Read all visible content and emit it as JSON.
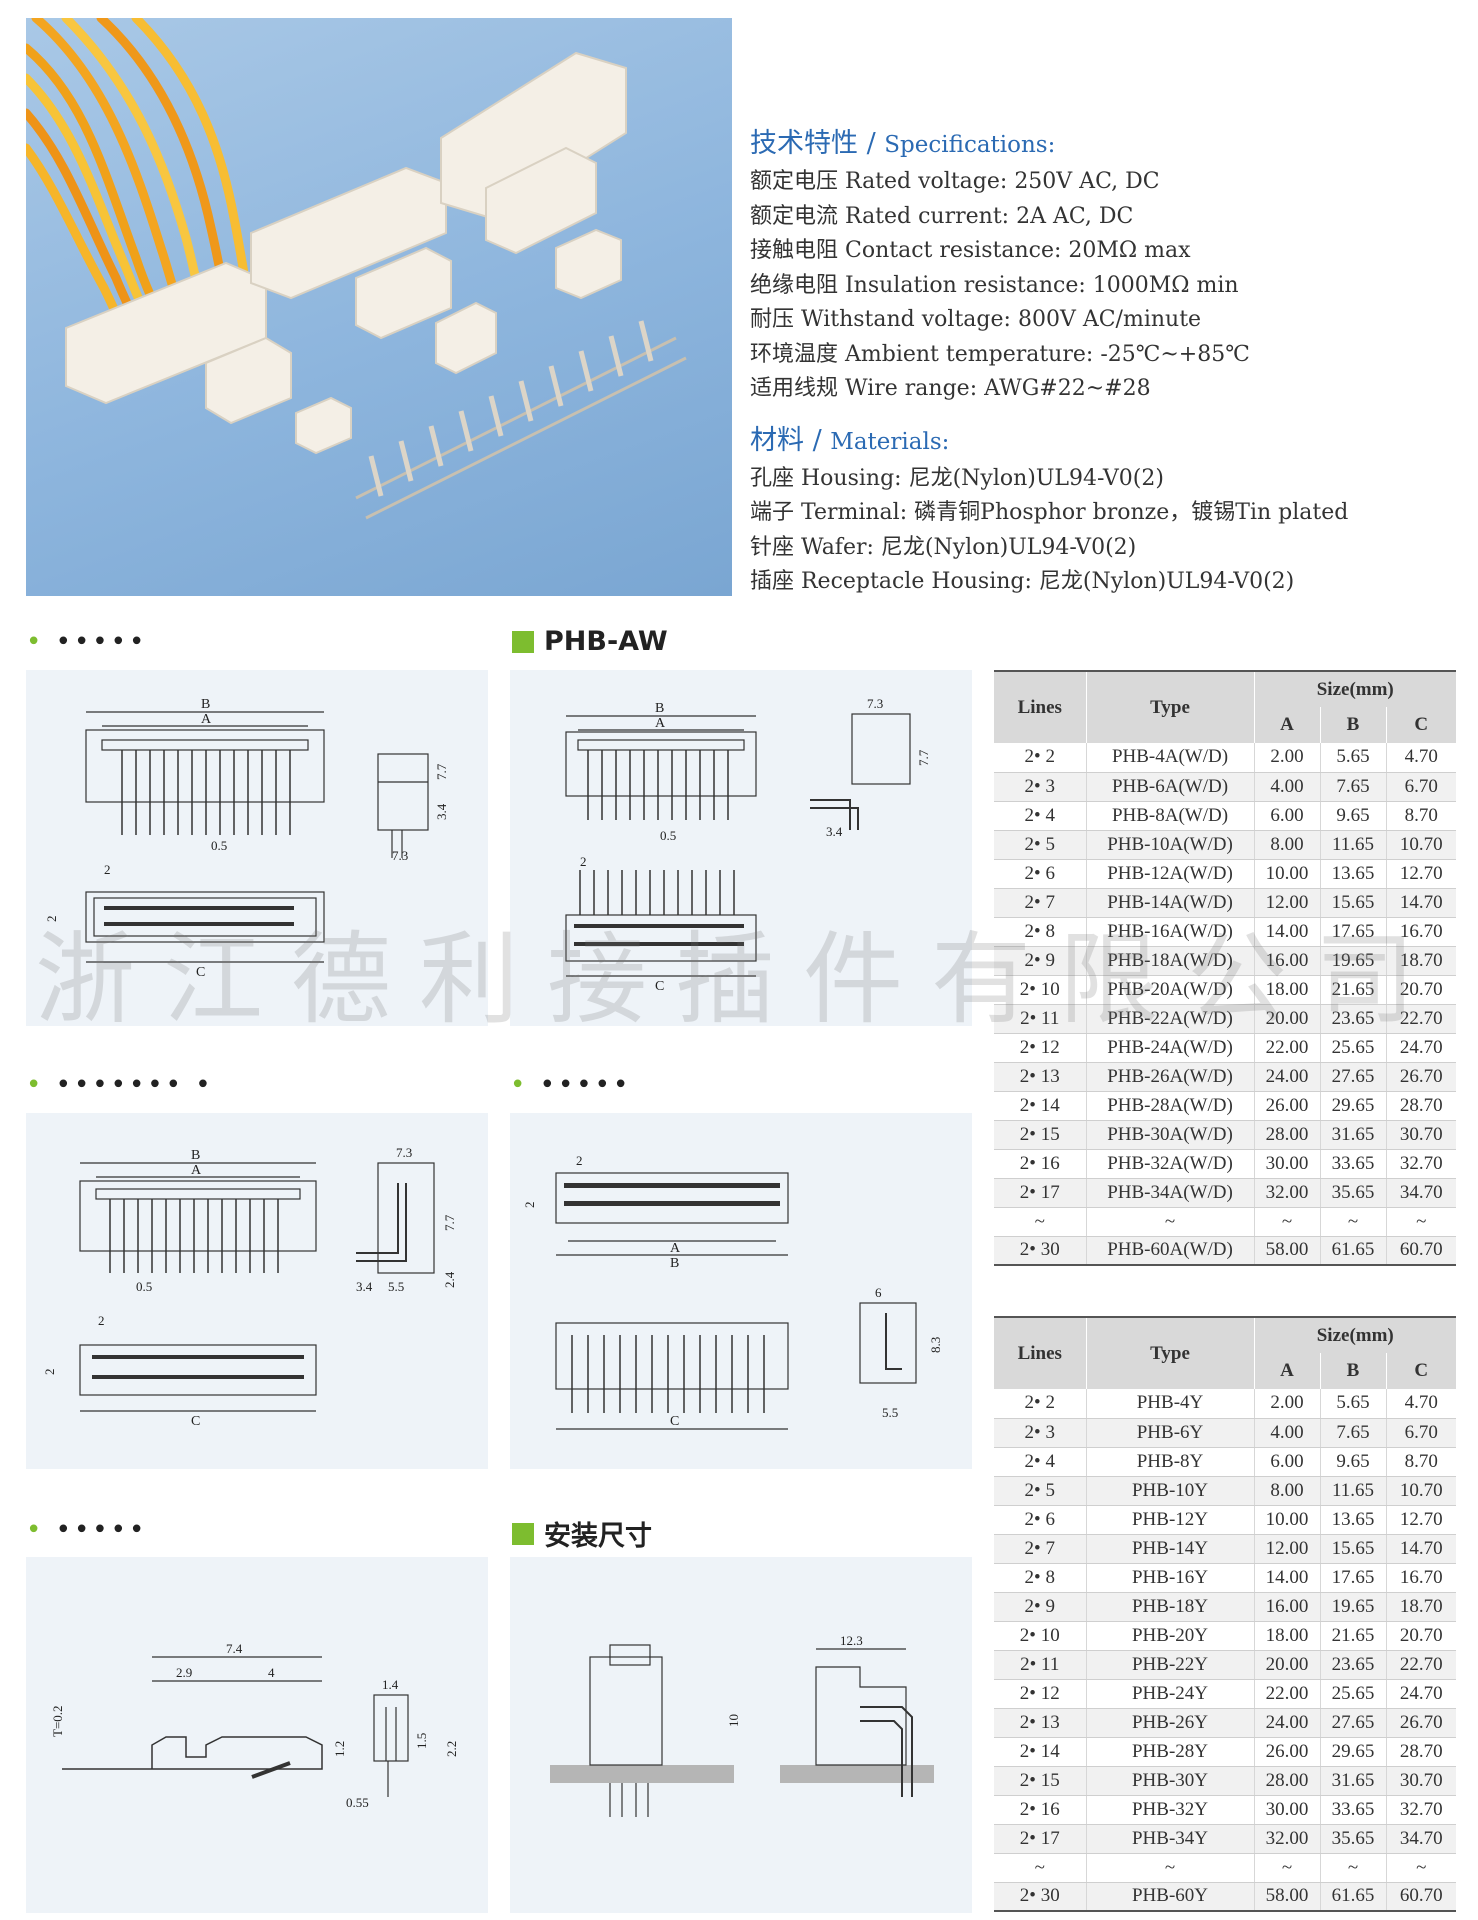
{
  "specifications": {
    "title_cn": "技术特性",
    "title_en": "Specifications:",
    "items": [
      {
        "label": "额定电压 Rated voltage:",
        "value": "250V AC, DC"
      },
      {
        "label": "额定电流 Rated current:",
        "value": "2A AC, DC"
      },
      {
        "label": "接触电阻 Contact resistance:",
        "value": "20MΩ max"
      },
      {
        "label": "绝缘电阻 Insulation resistance:",
        "value": "1000MΩ min"
      },
      {
        "label": "耐压 Withstand voltage:",
        "value": "800V AC/minute"
      },
      {
        "label": "环境温度 Ambient temperature:",
        "value": "-25℃~+85℃"
      },
      {
        "label": "适用线规 Wire range:",
        "value": "AWG#22~#28"
      }
    ]
  },
  "materials": {
    "title_cn": "材料",
    "title_en": "Materials:",
    "items": [
      {
        "label": "孔座 Housing:",
        "value": "尼龙(Nylon)UL94-V0(2)"
      },
      {
        "label": "端子 Terminal:",
        "value": "磷青铜Phosphor bronze，镀锡Tin plated"
      },
      {
        "label": "针座 Wafer:",
        "value": "尼龙(Nylon)UL94-V0(2)"
      },
      {
        "label": "插座 Receptacle Housing:",
        "value": "尼龙(Nylon)UL94-V0(2)"
      }
    ]
  },
  "sections": {
    "phb_aw": "PHB-AW",
    "install": "安装尺寸"
  },
  "watermark": "浙江德利接插件有限公司",
  "drawing_labels": {
    "A": "A",
    "B": "B",
    "C": "C",
    "d73": "7.3",
    "d77": "7.7",
    "d34": "3.4",
    "d05": "0.5",
    "d2": "2",
    "d55": "5.5",
    "d24": "2.4",
    "d6": "6",
    "d83": "8.3",
    "d74": "7.4",
    "d29": "2.9",
    "d4": "4",
    "d14": "1.4",
    "d12": "1.2",
    "d15": "1.5",
    "d22": "2.2",
    "d055": "0.55",
    "t02": "T=0.2",
    "d123": "12.3",
    "d10": "10"
  },
  "table1": {
    "headers": {
      "lines": "Lines",
      "type": "Type",
      "size": "Size(mm)",
      "a": "A",
      "b": "B",
      "c": "C"
    },
    "rows": [
      [
        "2• 2",
        "PHB-4A(W/D)",
        "2.00",
        "5.65",
        "4.70"
      ],
      [
        "2• 3",
        "PHB-6A(W/D)",
        "4.00",
        "7.65",
        "6.70"
      ],
      [
        "2• 4",
        "PHB-8A(W/D)",
        "6.00",
        "9.65",
        "8.70"
      ],
      [
        "2• 5",
        "PHB-10A(W/D)",
        "8.00",
        "11.65",
        "10.70"
      ],
      [
        "2• 6",
        "PHB-12A(W/D)",
        "10.00",
        "13.65",
        "12.70"
      ],
      [
        "2• 7",
        "PHB-14A(W/D)",
        "12.00",
        "15.65",
        "14.70"
      ],
      [
        "2• 8",
        "PHB-16A(W/D)",
        "14.00",
        "17.65",
        "16.70"
      ],
      [
        "2• 9",
        "PHB-18A(W/D)",
        "16.00",
        "19.65",
        "18.70"
      ],
      [
        "2• 10",
        "PHB-20A(W/D)",
        "18.00",
        "21.65",
        "20.70"
      ],
      [
        "2• 11",
        "PHB-22A(W/D)",
        "20.00",
        "23.65",
        "22.70"
      ],
      [
        "2• 12",
        "PHB-24A(W/D)",
        "22.00",
        "25.65",
        "24.70"
      ],
      [
        "2• 13",
        "PHB-26A(W/D)",
        "24.00",
        "27.65",
        "26.70"
      ],
      [
        "2• 14",
        "PHB-28A(W/D)",
        "26.00",
        "29.65",
        "28.70"
      ],
      [
        "2• 15",
        "PHB-30A(W/D)",
        "28.00",
        "31.65",
        "30.70"
      ],
      [
        "2• 16",
        "PHB-32A(W/D)",
        "30.00",
        "33.65",
        "32.70"
      ],
      [
        "2• 17",
        "PHB-34A(W/D)",
        "32.00",
        "35.65",
        "34.70"
      ],
      [
        "~",
        "~",
        "~",
        "~",
        "~"
      ],
      [
        "2• 30",
        "PHB-60A(W/D)",
        "58.00",
        "61.65",
        "60.70"
      ]
    ]
  },
  "table2": {
    "headers": {
      "lines": "Lines",
      "type": "Type",
      "size": "Size(mm)",
      "a": "A",
      "b": "B",
      "c": "C"
    },
    "rows": [
      [
        "2• 2",
        "PHB-4Y",
        "2.00",
        "5.65",
        "4.70"
      ],
      [
        "2• 3",
        "PHB-6Y",
        "4.00",
        "7.65",
        "6.70"
      ],
      [
        "2• 4",
        "PHB-8Y",
        "6.00",
        "9.65",
        "8.70"
      ],
      [
        "2• 5",
        "PHB-10Y",
        "8.00",
        "11.65",
        "10.70"
      ],
      [
        "2• 6",
        "PHB-12Y",
        "10.00",
        "13.65",
        "12.70"
      ],
      [
        "2• 7",
        "PHB-14Y",
        "12.00",
        "15.65",
        "14.70"
      ],
      [
        "2• 8",
        "PHB-16Y",
        "14.00",
        "17.65",
        "16.70"
      ],
      [
        "2• 9",
        "PHB-18Y",
        "16.00",
        "19.65",
        "18.70"
      ],
      [
        "2• 10",
        "PHB-20Y",
        "18.00",
        "21.65",
        "20.70"
      ],
      [
        "2• 11",
        "PHB-22Y",
        "20.00",
        "23.65",
        "22.70"
      ],
      [
        "2• 12",
        "PHB-24Y",
        "22.00",
        "25.65",
        "24.70"
      ],
      [
        "2• 13",
        "PHB-26Y",
        "24.00",
        "27.65",
        "26.70"
      ],
      [
        "2• 14",
        "PHB-28Y",
        "26.00",
        "29.65",
        "28.70"
      ],
      [
        "2• 15",
        "PHB-30Y",
        "28.00",
        "31.65",
        "30.70"
      ],
      [
        "2• 16",
        "PHB-32Y",
        "30.00",
        "33.65",
        "32.70"
      ],
      [
        "2• 17",
        "PHB-34Y",
        "32.00",
        "35.65",
        "34.70"
      ],
      [
        "~",
        "~",
        "~",
        "~",
        "~"
      ],
      [
        "2• 30",
        "PHB-60Y",
        "58.00",
        "61.65",
        "60.70"
      ]
    ]
  }
}
